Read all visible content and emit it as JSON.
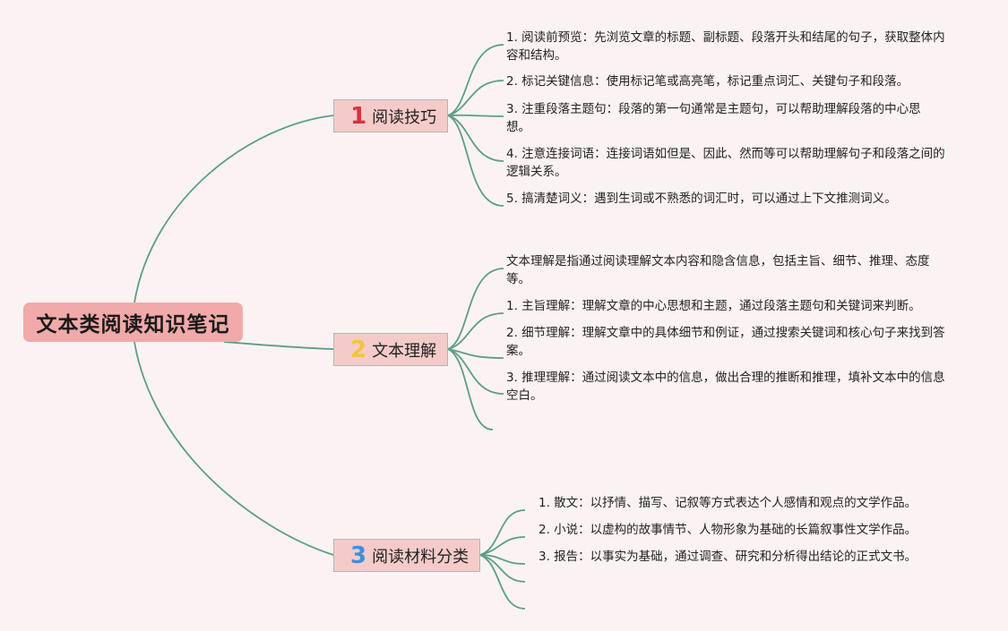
{
  "root": {
    "label": "文本类阅读知识笔记"
  },
  "colors": {
    "connector": "#5c9e86",
    "root_bg": "#f1a9a9",
    "branch_bg": "#f4cbc9",
    "num1": "#d8333f",
    "num2": "#f3c53f",
    "num3": "#3f8ed8"
  },
  "branches": [
    {
      "num": "1",
      "label": "阅读技巧",
      "items": [
        "1. 阅读前预览：先浏览文章的标题、副标题、段落开头和结尾的句子，获取整体内容和结构。",
        "2. 标记关键信息：使用标记笔或高亮笔，标记重点词汇、关键句子和段落。",
        "3. 注重段落主题句：段落的第一句通常是主题句，可以帮助理解段落的中心思想。",
        "4. 注意连接词语：连接词语如但是、因此、然而等可以帮助理解句子和段落之间的逻辑关系。",
        "5. 搞清楚词义：遇到生词或不熟悉的词汇时，可以通过上下文推测词义。"
      ]
    },
    {
      "num": "2",
      "label": "文本理解",
      "items": [
        "文本理解是指通过阅读理解文本内容和隐含信息，包括主旨、细节、推理、态度等。",
        "1. 主旨理解：理解文章的中心思想和主题，通过段落主题句和关键词来判断。",
        "2. 细节理解：理解文章中的具体细节和例证，通过搜索关键词和核心句子来找到答案。",
        "3. 推理理解：通过阅读文本中的信息，做出合理的推断和推理，填补文本中的信息空白。"
      ]
    },
    {
      "num": "3",
      "label": "阅读材料分类",
      "items": [
        "1. 散文：以抒情、描写、记叙等方式表达个人感情和观点的文学作品。",
        "2. 小说：以虚构的故事情节、人物形象为基础的长篇叙事性文学作品。",
        "3. 报告：以事实为基础，通过调查、研究和分析得出结论的正式文书。"
      ]
    }
  ]
}
